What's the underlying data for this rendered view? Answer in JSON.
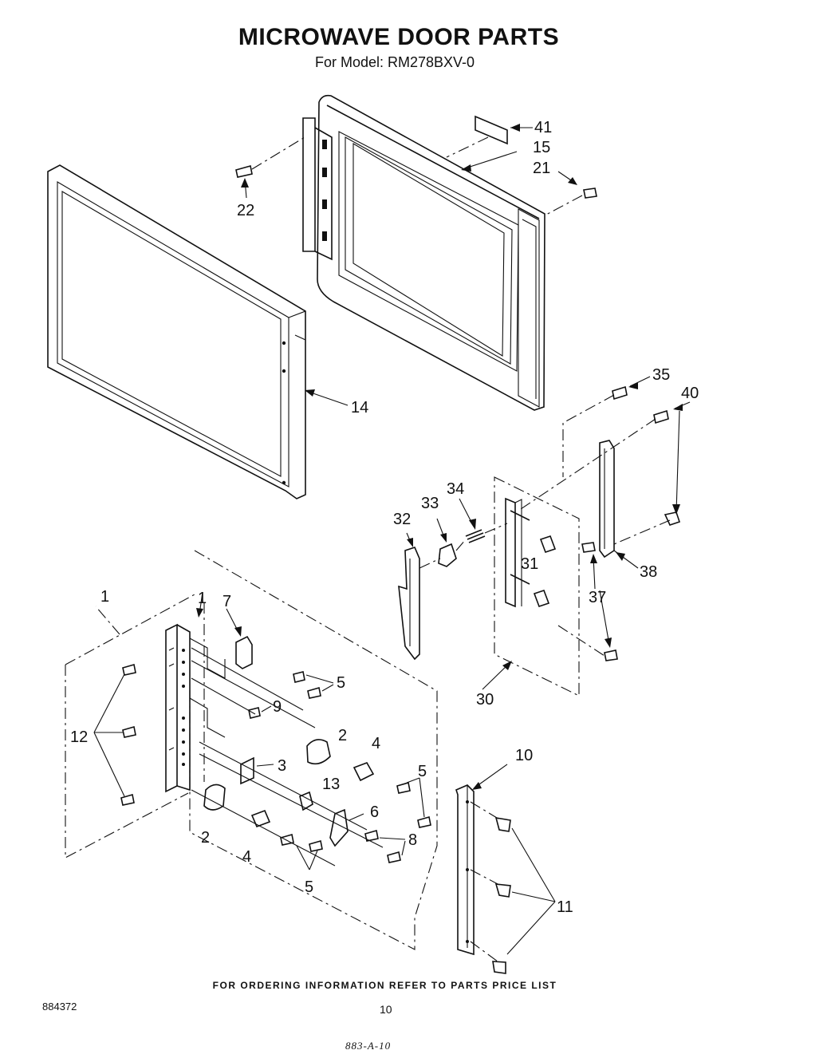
{
  "title": "MICROWAVE DOOR PARTS",
  "subtitle": "For Model: RM278BXV-0",
  "footer_note": "FOR ORDERING INFORMATION REFER TO PARTS PRICE LIST",
  "document_number": "884372",
  "page_number": "10",
  "drawing_code": "883-A-10",
  "callouts": {
    "c41": "41",
    "c15": "15",
    "c21": "21",
    "c22": "22",
    "c14": "14",
    "c35": "35",
    "c40": "40",
    "c34": "34",
    "c33": "33",
    "c32": "32",
    "c31": "31",
    "c37": "37",
    "c38": "38",
    "c30": "30",
    "c1a": "1",
    "c1b": "1",
    "c7": "7",
    "c5a": "5",
    "c9": "9",
    "c12": "12",
    "c2a": "2",
    "c4a": "4",
    "c3": "3",
    "c5b": "5",
    "c13": "13",
    "c6": "6",
    "c8": "8",
    "c2b": "2",
    "c4b": "4",
    "c5c": "5",
    "c10": "10",
    "c11": "11"
  }
}
